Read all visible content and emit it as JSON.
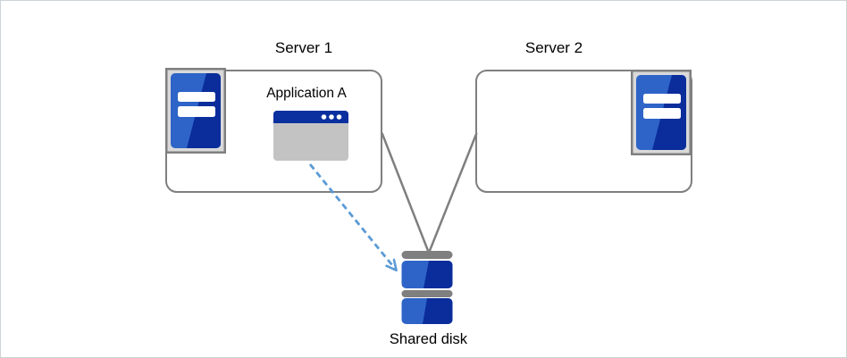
{
  "labels": {
    "server1": "Server 1",
    "server2": "Server 2",
    "application": "Application A",
    "shared_disk": "Shared disk"
  },
  "icons": {
    "server1": "server-tower-icon",
    "server2": "server-tower-icon",
    "application": "app-window-icon",
    "shared_disk": "disk-stack-icon",
    "access_arrow": "dashed-arrow-icon"
  },
  "colors": {
    "box-border": "#7f7f7f",
    "connector-gray": "#7f7f7f",
    "icon-frame-bg": "#d9d9d9",
    "blue-light": "#2e64c8",
    "blue-dark": "#0a2d9b",
    "window-title": "#0a2f9e",
    "window-body": "#c3c3c3",
    "bar-white": "#ffffff",
    "arrow-blue": "#5b9bd5"
  }
}
